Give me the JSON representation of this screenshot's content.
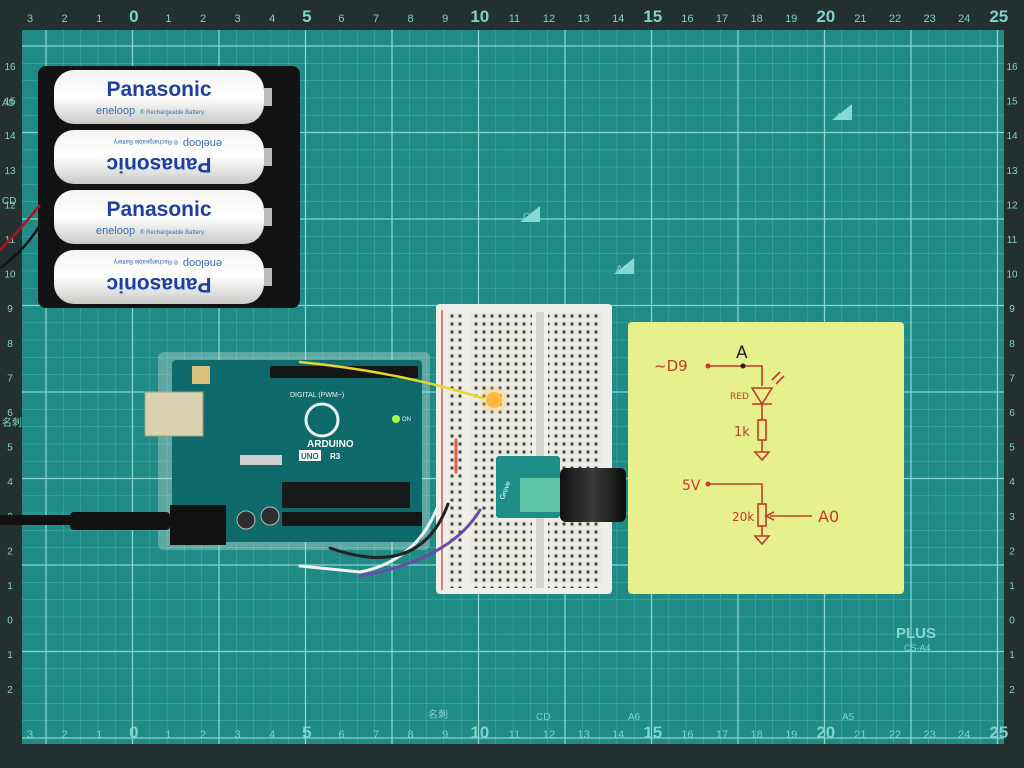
{
  "mat": {
    "ruler_top": [
      "3",
      "2",
      "1",
      "0",
      "1",
      "2",
      "3",
      "4",
      "5",
      "6",
      "7",
      "8",
      "9",
      "10",
      "11",
      "12",
      "13",
      "14",
      "15",
      "16",
      "17",
      "18",
      "19",
      "20",
      "21",
      "22",
      "23",
      "24",
      "25"
    ],
    "ruler_bottom": [
      "3",
      "2",
      "1",
      "0",
      "1",
      "2",
      "3",
      "4",
      "5",
      "6",
      "7",
      "8",
      "9",
      "10",
      "11",
      "12",
      "13",
      "14",
      "15",
      "16",
      "17",
      "18",
      "19",
      "20",
      "21",
      "22",
      "23",
      "24",
      "25"
    ],
    "ruler_left": [
      "16",
      "15",
      "14",
      "13",
      "12",
      "11",
      "10",
      "9",
      "8",
      "7",
      "6",
      "5",
      "4",
      "3",
      "2",
      "1",
      "0",
      "1",
      "2"
    ],
    "ruler_right": [
      "16",
      "15",
      "14",
      "13",
      "12",
      "11",
      "10",
      "9",
      "8",
      "7",
      "6",
      "5",
      "4",
      "3",
      "2",
      "1",
      "0",
      "1",
      "2"
    ],
    "mark_a5_left": "A5",
    "mark_cd_left": "CD",
    "mark_name_left": "名刺",
    "mark_a5_top": "A5",
    "mark_cd_mid": "CD",
    "mark_a6_mid": "A6",
    "mark_name_bottom": "名刺",
    "mark_cd_bottom": "CD",
    "mark_a6_bottom": "A6",
    "mark_a5_bottom": "A5",
    "brand": "PLUS",
    "model": "CS-A4",
    "colors": {
      "mat": "#1f8a86",
      "grid_major": "#7fd3cc",
      "grid_minor": "#4aa9a3",
      "note": "#e6f08c",
      "ink": "#c23a2e"
    }
  },
  "batteries": {
    "cells": [
      {
        "brand": "Panasonic",
        "line": "eneloop",
        "sub": "® Rechargeable Battery",
        "flipped": false
      },
      {
        "brand": "Panasonic",
        "line": "eneloop",
        "sub": "® Rechargeable Battery",
        "flipped": true
      },
      {
        "brand": "Panasonic",
        "line": "eneloop",
        "sub": "® Rechargeable Battery",
        "flipped": false
      },
      {
        "brand": "Panasonic",
        "line": "eneloop",
        "sub": "® Rechargeable Battery",
        "flipped": true
      }
    ]
  },
  "arduino": {
    "name": "ARDUINO",
    "model": "UNO",
    "rev": "R3",
    "digital_label": "DIGITAL (PWM~)",
    "on_label": "ON"
  },
  "module_label": "Grove",
  "schematic": {
    "d9": "~D9",
    "node": "A",
    "led": "RED",
    "r1": "1k",
    "vcc": "5V",
    "pot": "20k",
    "adc": "A0"
  }
}
